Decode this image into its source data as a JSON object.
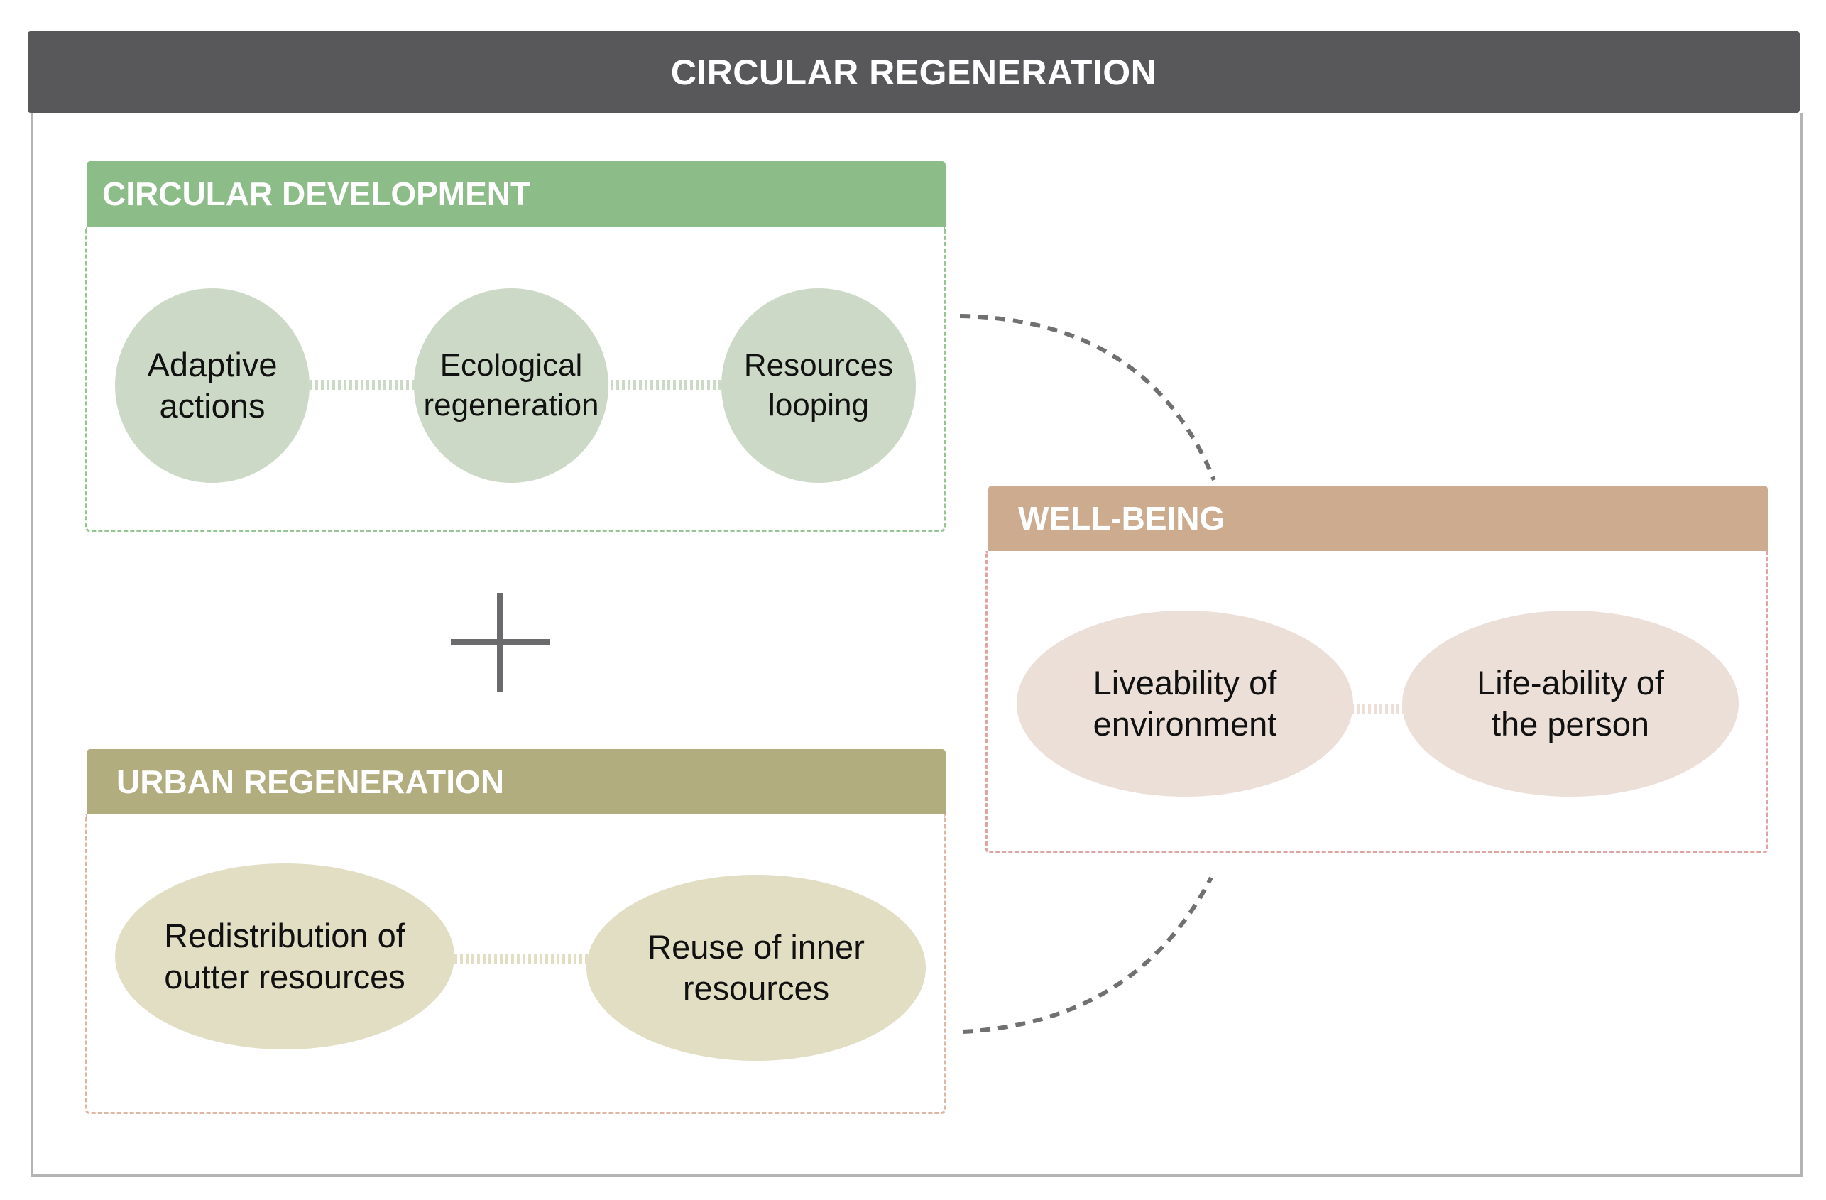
{
  "title": "CIRCULAR REGENERATION",
  "colors": {
    "title_bar": "#58585a",
    "circular_header": "#8cbc88",
    "circular_node": "#cdd9c7",
    "urban_header": "#b1ad7e",
    "urban_node": "#e1dec4",
    "wellbeing_header": "#ccab8f",
    "wellbeing_node": "#ebdfd8",
    "arc": "#707070"
  },
  "circular_development": {
    "header": "CIRCULAR DEVELOPMENT",
    "nodes": [
      {
        "line1": "Adaptive",
        "line2": "actions"
      },
      {
        "line1": "Ecological",
        "line2": "regeneration"
      },
      {
        "line1": "Resources",
        "line2": "looping"
      }
    ]
  },
  "plus_symbol": "+",
  "urban_regeneration": {
    "header": "URBAN REGENERATION",
    "nodes": [
      {
        "line1": "Redistribution of",
        "line2": "outter resources"
      },
      {
        "line1": "Reuse of inner",
        "line2": "resources"
      }
    ]
  },
  "well_being": {
    "header": "WELL-BEING",
    "nodes": [
      {
        "line1": "Liveability of",
        "line2": "environment"
      },
      {
        "line1": "Life-ability of",
        "line2": "the person"
      }
    ]
  }
}
